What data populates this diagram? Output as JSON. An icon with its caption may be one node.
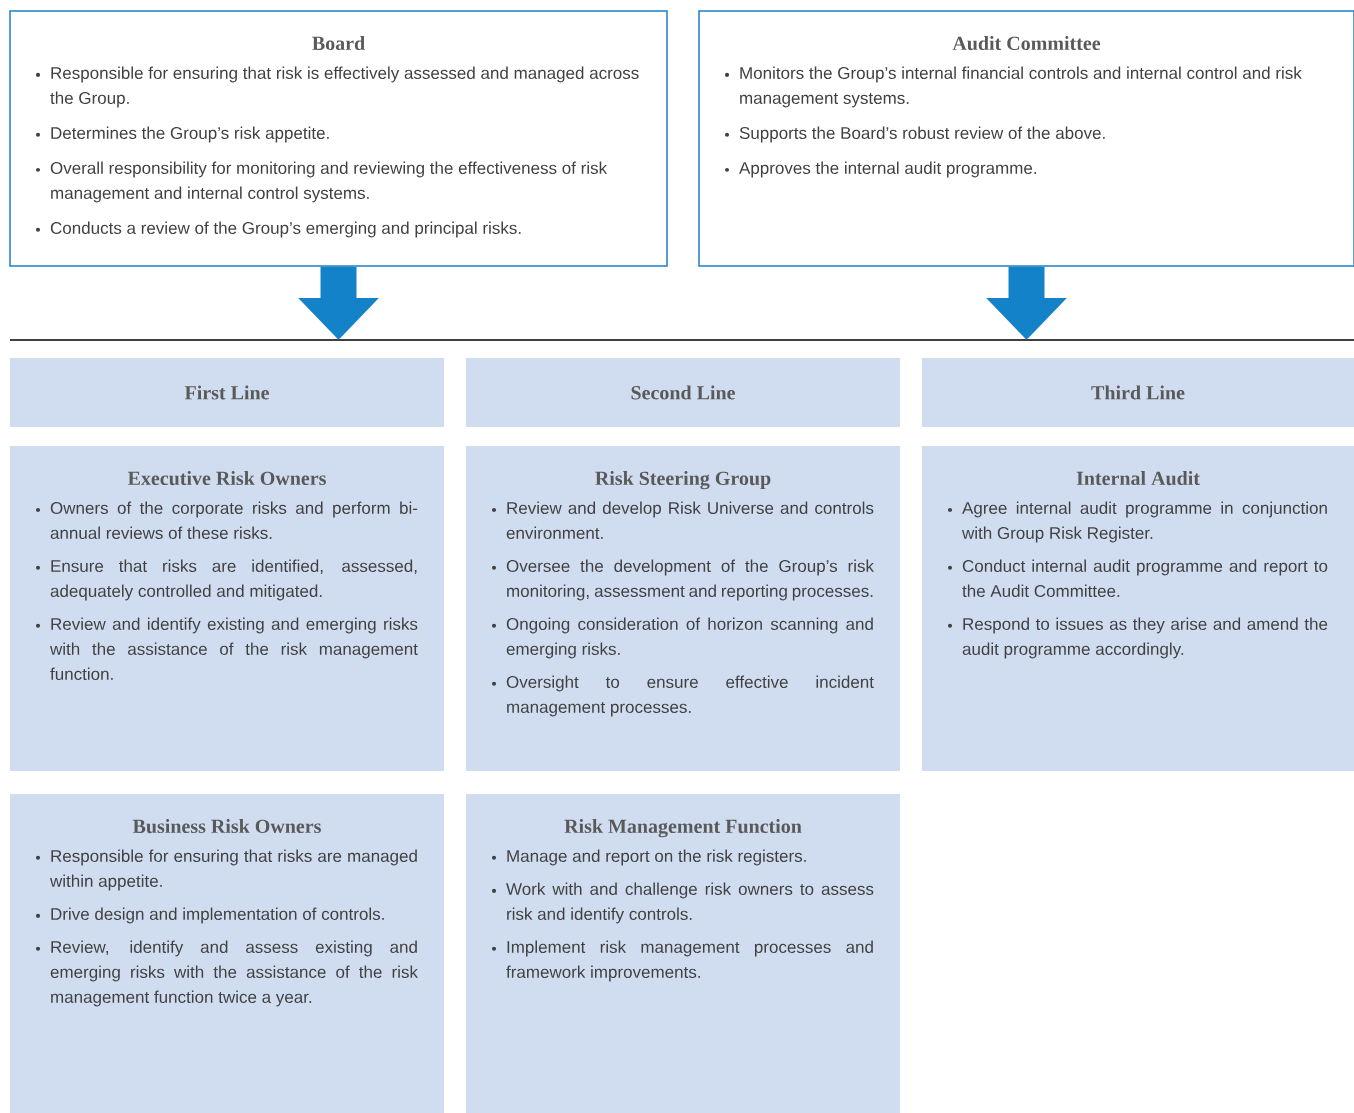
{
  "diagram": {
    "nodes": [
      {
        "text": [
          "Board",
          "Responsible for ensuring that risk is effectively assessed and managed across the Group.",
          "Determines the Group’s risk appetite.",
          "Overall responsibility for monitoring and reviewing the effectiveness of risk management and internal control systems.",
          "Conducts a review of the Group’s emerging and principal risks."
        ]
      },
      {
        "text": [
          "Audit Committee",
          "Monitors the Group’s internal financial controls and internal control and risk management systems.",
          "Supports the Board’s robust review of the above.",
          "Approves the internal audit programme."
        ]
      },
      {
        "text": [
          "First Line"
        ]
      },
      {
        "text": [
          "Second Line"
        ]
      },
      {
        "text": [
          "Third Line"
        ]
      },
      {
        "text": [
          "Executive Risk Owners",
          "Owners of the corporate risks and perform bi-annual reviews of these risks.",
          "Ensure that risks are identified, assessed, adequately controlled and mitigated.",
          "Review and identify existing and emerging risks with the assistance of the risk management function."
        ]
      },
      {
        "text": [
          "Risk Steering Group",
          "Review and develop Risk Universe and controls environment.",
          "Oversee the development of the Group’s risk monitoring, assessment and reporting processes.",
          "Ongoing consideration of horizon scanning and emerging risks.",
          "Oversight to ensure effective incident management processes."
        ]
      },
      {
        "text": [
          "Internal Audit",
          "Agree internal audit programme in conjunction with Group Risk Register.",
          "Conduct internal audit programme and report to the Audit Committee.",
          "Respond to issues as they arise and amend the audit programme accordingly."
        ]
      },
      {
        "text": [
          "Business Risk Owners",
          "Responsible for ensuring that risks are managed within appetite.",
          "Drive design and implementation of controls.",
          "Review, identify and assess existing and emerging risks with the assistance of the risk management function twice a year."
        ]
      },
      {
        "text": [
          "Risk Management Function",
          "Manage and report on the risk registers.",
          "Work with and challenge risk owners to assess risk and identify controls.",
          "Implement risk management processes and framework improvements."
        ]
      }
    ],
    "edges": [
      {
        "from": 0,
        "to": null,
        "arrow": "to"
      },
      {
        "from": 1,
        "to": null,
        "arrow": "to"
      }
    ]
  }
}
